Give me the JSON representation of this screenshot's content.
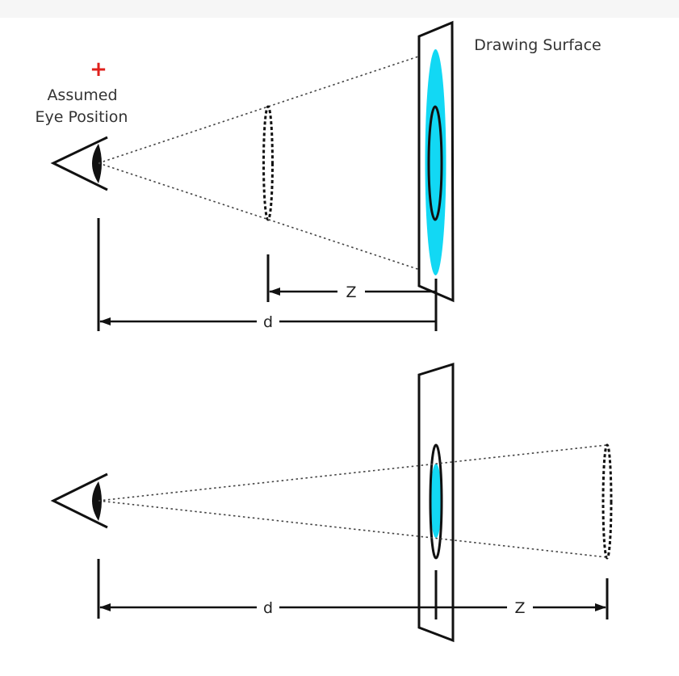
{
  "labels": {
    "drawing_surface": "Drawing Surface",
    "assumed_eye_line1": "Assumed",
    "assumed_eye_line2": "Eye Position",
    "eye_marker": "+",
    "top_z": "Z",
    "top_d": "d",
    "bottom_d": "d",
    "bottom_z": "Z"
  },
  "colors": {
    "ink": "#111111",
    "cyan": "#12d8f4",
    "marker_red": "#e0201c",
    "text": "#333333",
    "page_top_shade": "#f6f6f6"
  }
}
